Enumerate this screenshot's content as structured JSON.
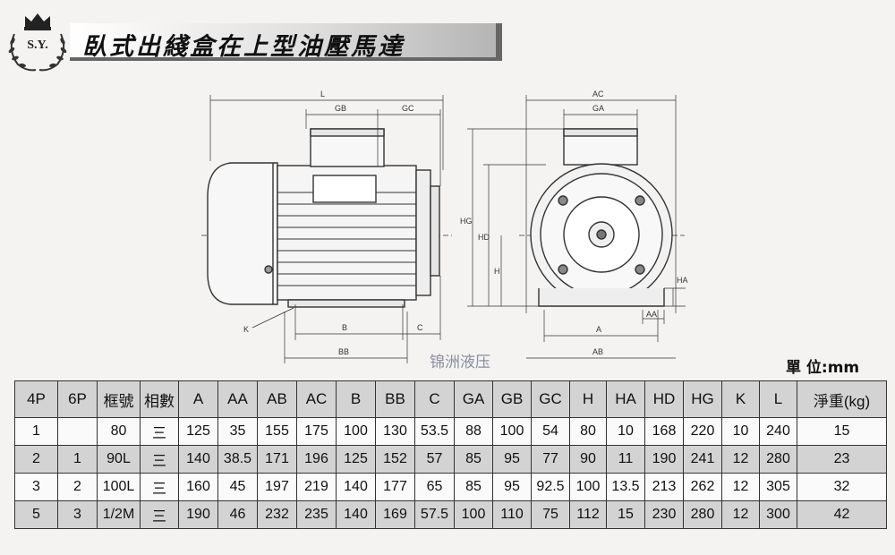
{
  "logo": {
    "text": "S.Y."
  },
  "title": "臥式出綫盒在上型油壓馬達",
  "drawing": {
    "side_labels": {
      "L": "L",
      "GB": "GB",
      "GC": "GC",
      "K": "K",
      "B": "B",
      "C": "C",
      "BB": "BB"
    },
    "front_labels": {
      "AC": "AC",
      "GA": "GA",
      "HG": "HG",
      "HD": "HD",
      "H": "H",
      "HA": "HA",
      "AA": "AA",
      "A": "A",
      "AB": "AB"
    }
  },
  "watermark": "锦洲液压",
  "unit_label": "單 位:mm",
  "table": {
    "headers": [
      "4P",
      "6P",
      "框號",
      "相數",
      "A",
      "AA",
      "AB",
      "AC",
      "B",
      "BB",
      "C",
      "GA",
      "GB",
      "GC",
      "H",
      "HA",
      "HD",
      "HG",
      "K",
      "L",
      "淨重(kg)"
    ],
    "rows": [
      [
        "1",
        "",
        "80",
        "三",
        "125",
        "35",
        "155",
        "175",
        "100",
        "130",
        "53.5",
        "88",
        "100",
        "54",
        "80",
        "10",
        "168",
        "220",
        "10",
        "240",
        "15"
      ],
      [
        "2",
        "1",
        "90L",
        "三",
        "140",
        "38.5",
        "171",
        "196",
        "125",
        "152",
        "57",
        "85",
        "95",
        "77",
        "90",
        "11",
        "190",
        "241",
        "12",
        "280",
        "23"
      ],
      [
        "3",
        "2",
        "100L",
        "三",
        "160",
        "45",
        "197",
        "219",
        "140",
        "177",
        "65",
        "85",
        "95",
        "92.5",
        "100",
        "13.5",
        "213",
        "262",
        "12",
        "305",
        "32"
      ],
      [
        "5",
        "3",
        "1/2M",
        "三",
        "190",
        "46",
        "232",
        "235",
        "140",
        "169",
        "57.5",
        "100",
        "110",
        "75",
        "112",
        "15",
        "230",
        "280",
        "12",
        "300",
        "42"
      ]
    ]
  }
}
